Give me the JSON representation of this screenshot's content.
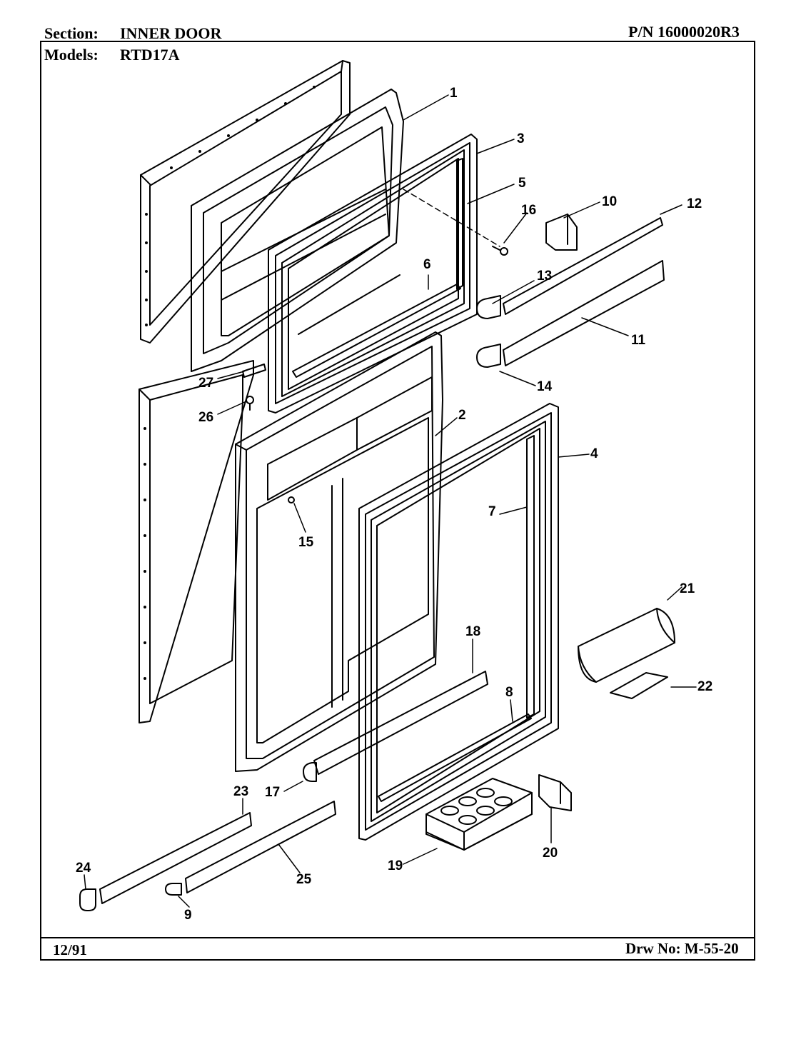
{
  "header": {
    "section_label": "Section:",
    "section_value": "INNER DOOR",
    "part_number": "P/N 16000020R3",
    "models_label": "Models:",
    "models_value": "RTD17A"
  },
  "footer": {
    "date": "12/91",
    "drawing_number": "Drw No: M-55-20"
  },
  "callouts": [
    "1",
    "2",
    "3",
    "4",
    "5",
    "6",
    "7",
    "8",
    "9",
    "10",
    "11",
    "12",
    "13",
    "14",
    "15",
    "16",
    "17",
    "18",
    "19",
    "20",
    "21",
    "22",
    "23",
    "24",
    "25",
    "26",
    "27"
  ],
  "colors": {
    "ink": "#000000",
    "paper": "#ffffff"
  }
}
